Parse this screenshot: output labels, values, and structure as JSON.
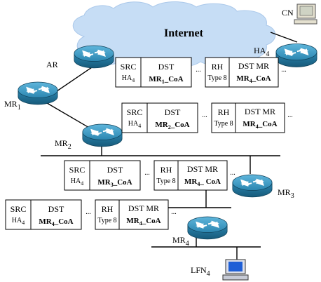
{
  "cloud": {
    "title": "Internet"
  },
  "nodes": {
    "cn": {
      "name": "CN"
    },
    "ar": {
      "name": "AR"
    },
    "ha": {
      "name": "HA",
      "sub": "4"
    },
    "mr1": {
      "name": "MR",
      "sub": "1"
    },
    "mr2": {
      "name": "MR",
      "sub": "2"
    },
    "mr3": {
      "name": "MR",
      "sub": "3"
    },
    "mr4": {
      "name": "MR",
      "sub": "4"
    },
    "lfn": {
      "name": "LFN",
      "sub": "4"
    }
  },
  "headers": [
    {
      "src": "SRC",
      "src_ha": "HA",
      "src_ha_sub": "4",
      "dst": "DST",
      "dst_mr": "MR",
      "dst_mr_sub": "1",
      "dst_coa": "_CoA",
      "ellipsis": "...",
      "rh": "RH",
      "rh_type": "Type 8",
      "dst2": "DST MR",
      "dst2_mr": "MR",
      "dst2_mr_sub": "4",
      "dst2_coa": "_CoA",
      "tail": "..."
    },
    {
      "src": "SRC",
      "src_ha": "HA",
      "src_ha_sub": "4",
      "dst": "DST",
      "dst_mr": "MR",
      "dst_mr_sub": "2",
      "dst_coa": "_CoA",
      "ellipsis": "...",
      "rh": "RH",
      "rh_type": "Type 8",
      "dst2": "DST MR",
      "dst2_mr": "MR",
      "dst2_mr_sub": "4",
      "dst2_coa": "_CoA",
      "tail": "..."
    },
    {
      "src": "SRC",
      "src_ha": "HA",
      "src_ha_sub": "4",
      "dst": "DST",
      "dst_mr": "MR",
      "dst_mr_sub": "3",
      "dst_coa": "_CoA",
      "ellipsis": "...",
      "rh": "RH",
      "rh_type": "Type 8",
      "dst2": "DST MR",
      "dst2_mr": "MR",
      "dst2_mr_sub": "4",
      "dst2_coa": "_ CoA",
      "tail": "..."
    },
    {
      "src": "SRC",
      "src_ha": "HA",
      "src_ha_sub": "4",
      "dst": "DST",
      "dst_mr": "MR",
      "dst_mr_sub": "4",
      "dst_coa": "_CoA",
      "ellipsis": "...",
      "rh": "RH",
      "rh_type": "Type 8",
      "dst2": "DST MR",
      "dst2_mr": "MR",
      "dst2_mr_sub": "4",
      "dst2_coa": "_CoA",
      "tail": "..."
    }
  ],
  "colors": {
    "cloud": "#c6ddf5",
    "router": "#2b86b0",
    "router_dark": "#1d5f80"
  }
}
